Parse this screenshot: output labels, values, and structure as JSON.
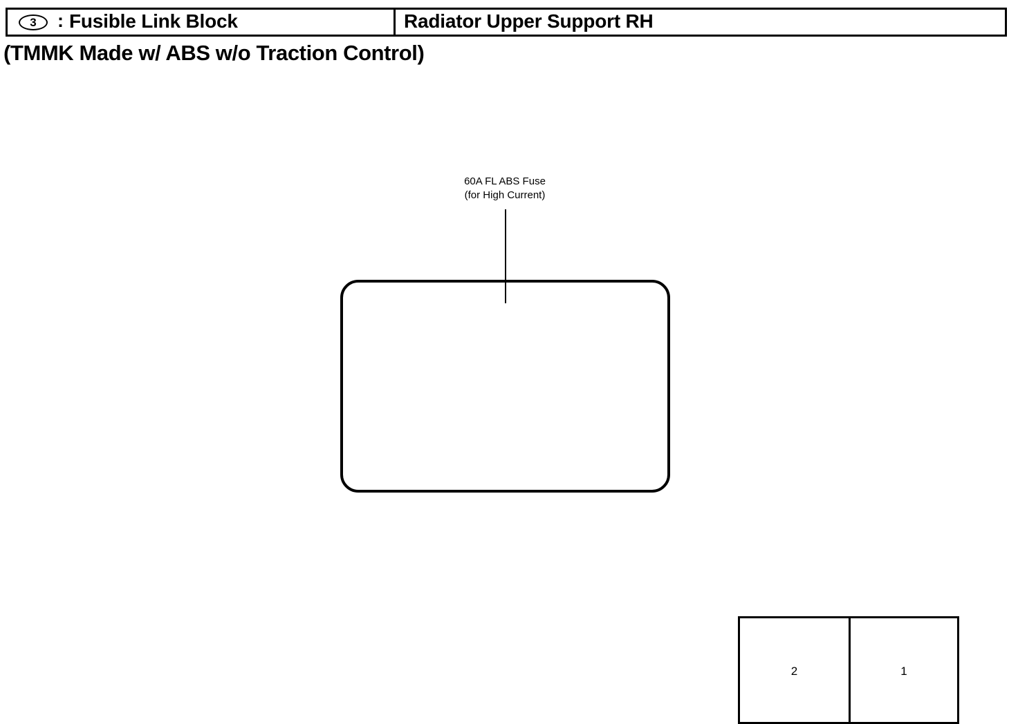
{
  "header": {
    "reference_badge": "3",
    "separator": ":",
    "component_name": "Fusible Link Block",
    "location": "Radiator Upper Support RH"
  },
  "subtitle": "(TMMK Made w/ ABS w/o Traction Control)",
  "diagram": {
    "callout": {
      "line1": "60A FL ABS Fuse",
      "line2": "(for High Current)"
    },
    "fuse_slots": [
      {
        "number": "2"
      },
      {
        "number": "1"
      }
    ]
  },
  "colors": {
    "ink": "#000000",
    "paper": "#ffffff"
  }
}
